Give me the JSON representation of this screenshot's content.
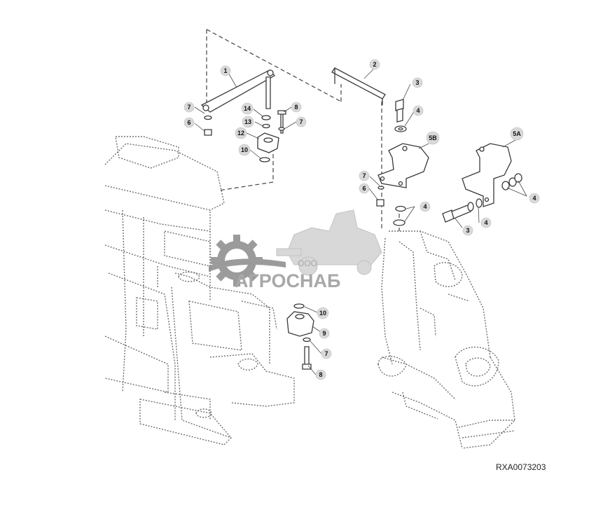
{
  "diagram": {
    "reference_code": "RXA0073203",
    "watermark": {
      "company_prefix": "ООО",
      "company_name": "АГРОСНАБ",
      "color": "#8a8a8a"
    },
    "callouts": [
      {
        "id": "c1",
        "label": "1"
      },
      {
        "id": "c2",
        "label": "2"
      },
      {
        "id": "c3a",
        "label": "3"
      },
      {
        "id": "c3b",
        "label": "3"
      },
      {
        "id": "c4a",
        "label": "4"
      },
      {
        "id": "c4b",
        "label": "4"
      },
      {
        "id": "c4c",
        "label": "4"
      },
      {
        "id": "c4d",
        "label": "4"
      },
      {
        "id": "c5a",
        "label": "5A"
      },
      {
        "id": "c5b",
        "label": "5B"
      },
      {
        "id": "c6a",
        "label": "6"
      },
      {
        "id": "c6b",
        "label": "6"
      },
      {
        "id": "c7a",
        "label": "7"
      },
      {
        "id": "c7b",
        "label": "7"
      },
      {
        "id": "c7c",
        "label": "7"
      },
      {
        "id": "c7d",
        "label": "7"
      },
      {
        "id": "c8a",
        "label": "8"
      },
      {
        "id": "c8b",
        "label": "8"
      },
      {
        "id": "c9",
        "label": "9"
      },
      {
        "id": "c10a",
        "label": "10"
      },
      {
        "id": "c10b",
        "label": "10"
      },
      {
        "id": "c12",
        "label": "12"
      },
      {
        "id": "c13",
        "label": "13"
      },
      {
        "id": "c14",
        "label": "14"
      }
    ]
  }
}
